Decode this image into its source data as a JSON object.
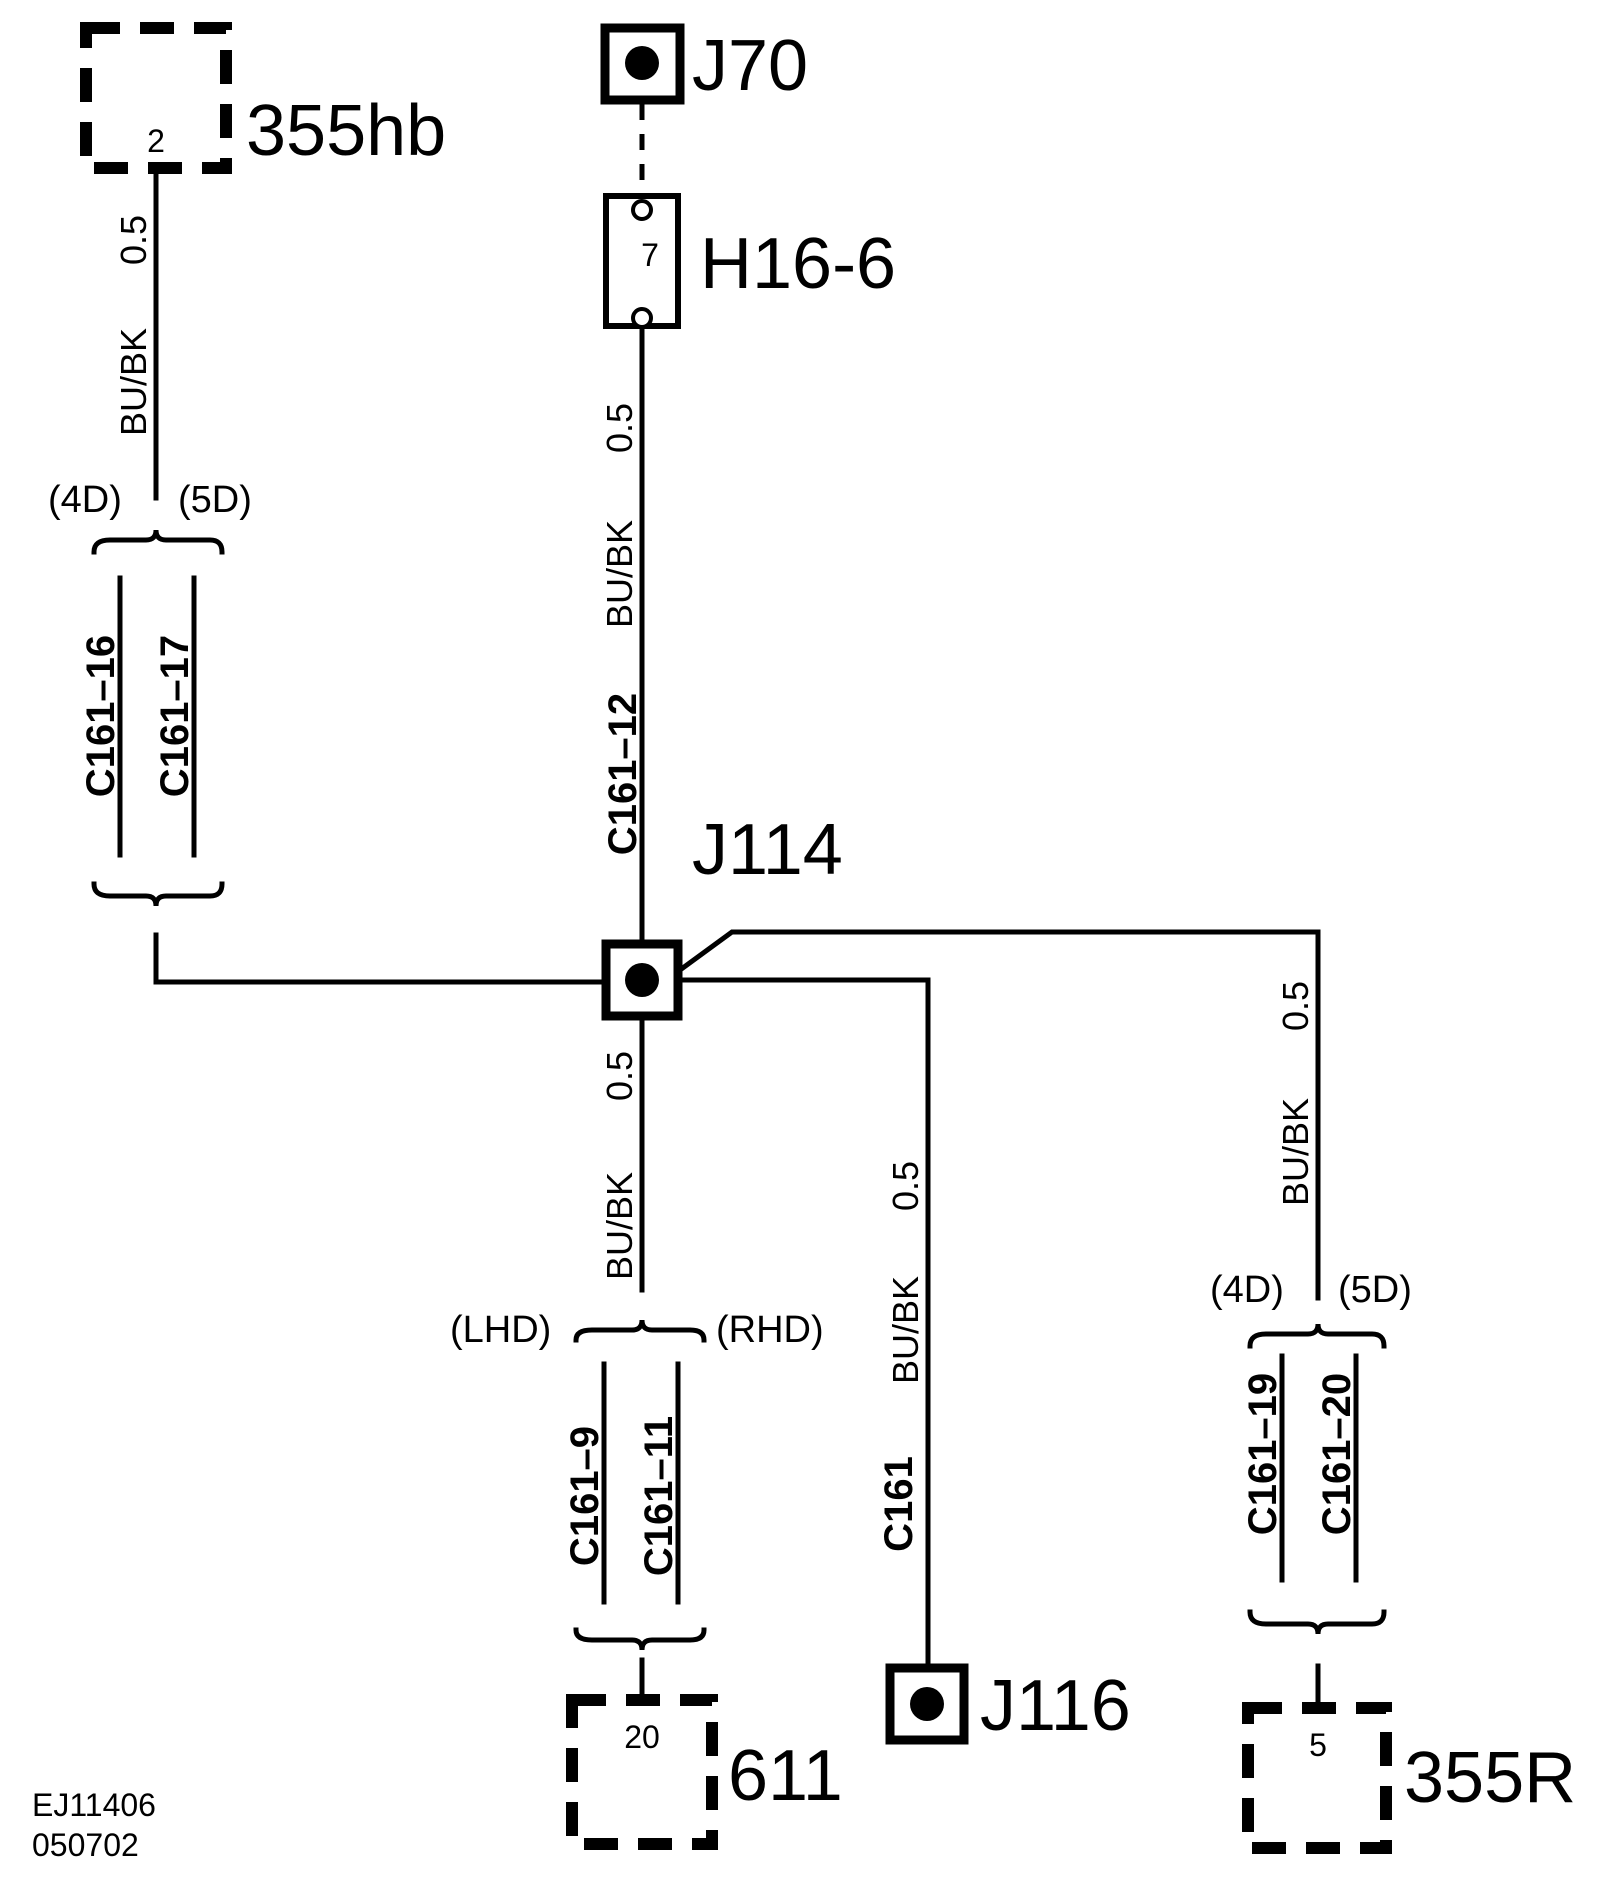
{
  "components": {
    "c355hb": {
      "label": "355hb",
      "pin": "2"
    },
    "j70": {
      "label": "J70"
    },
    "h16": {
      "label": "H16-6",
      "pin": "7"
    },
    "j114": {
      "label": "J114"
    },
    "j116": {
      "label": "J116"
    },
    "c611": {
      "label": "611",
      "pin": "20"
    },
    "c355r": {
      "label": "355R",
      "pin": "5"
    }
  },
  "wires": {
    "size": "0.5",
    "color": "BU/BK"
  },
  "connectors": {
    "c161_16": "C161–16",
    "c161_17": "C161–17",
    "c161_12": "C161–12",
    "c161_9": "C161–9",
    "c161_11": "C161–11",
    "c161": "C161",
    "c161_19": "C161–19",
    "c161_20": "C161–20"
  },
  "options": {
    "d4": "(4D)",
    "d5": "(5D)",
    "lhd": "(LHD)",
    "rhd": "(RHD)"
  },
  "footer": {
    "ref1": "EJ11406",
    "ref2": "050702"
  }
}
